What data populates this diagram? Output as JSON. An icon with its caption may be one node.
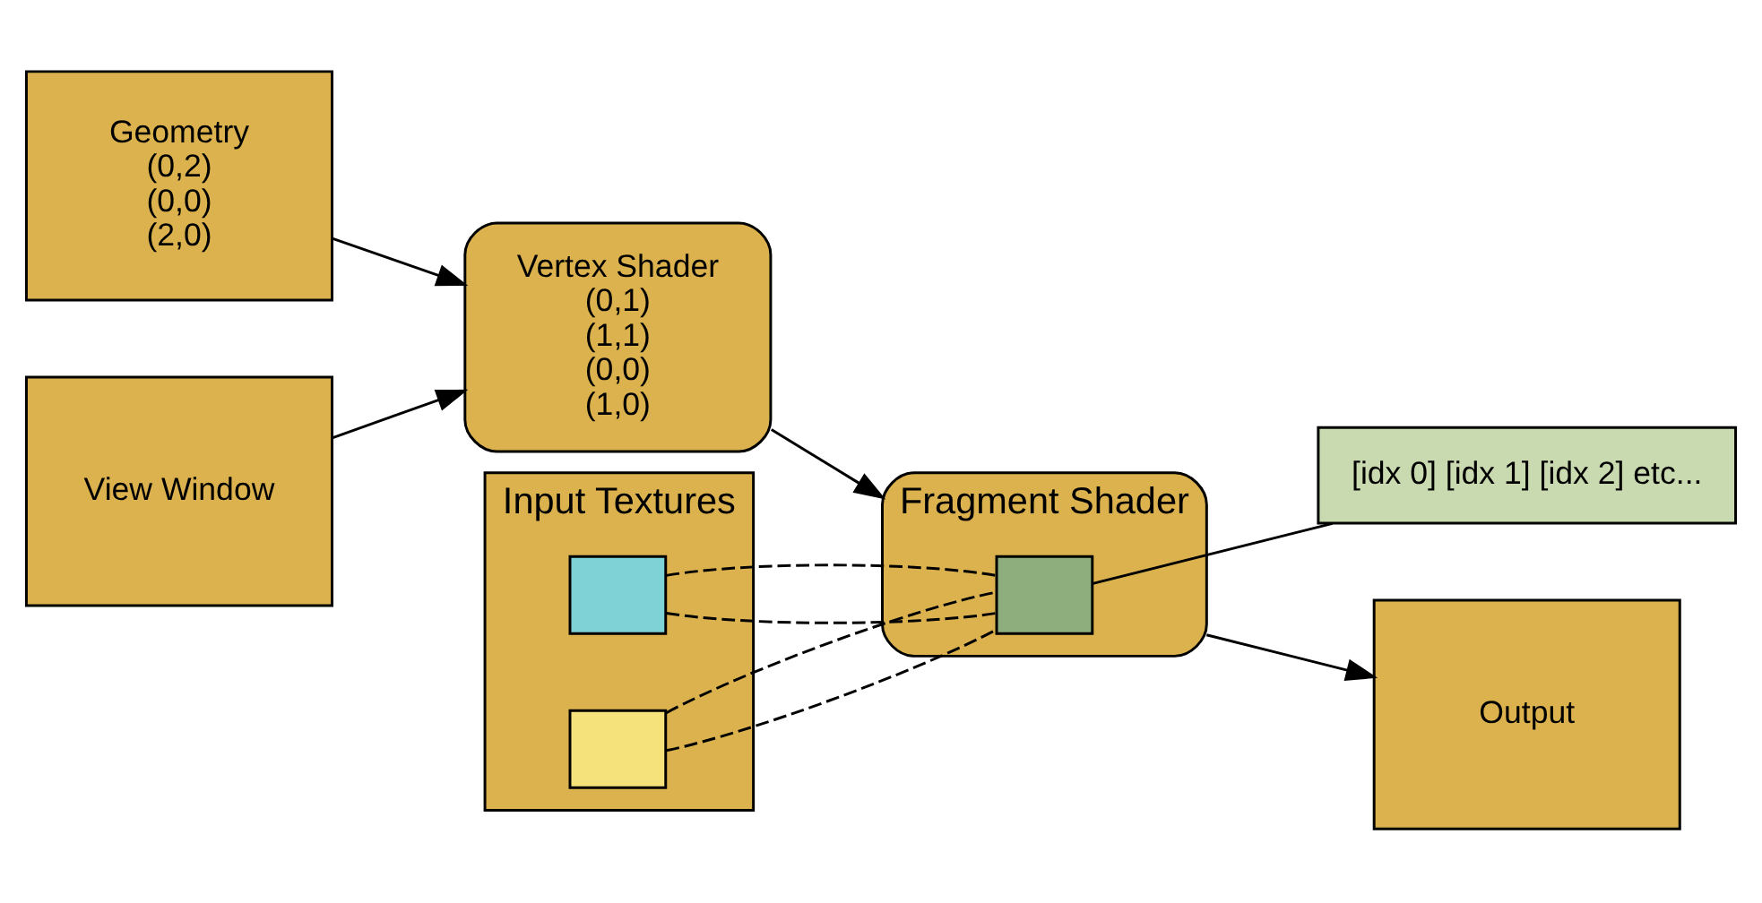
{
  "diagram": {
    "nodes": [
      {
        "text": [
          "Geometry",
          "(0,2)",
          "(0,0)",
          "(2,0)"
        ]
      },
      {
        "text": [
          "View Window"
        ]
      },
      {
        "text": [
          "Vertex Shader",
          "(0,1)",
          "(1,1)",
          "(0,0)",
          "(1,0)"
        ]
      },
      {
        "text": [
          "Input Textures"
        ]
      },
      {
        "text": [],
        "shape": "box",
        "in": 3
      },
      {
        "text": [],
        "shape": "box",
        "in": 3
      },
      {
        "text": [
          "Fragment Shader"
        ]
      },
      {
        "text": [],
        "shape": "box",
        "in": 6
      },
      {
        "text": [
          "[idx 0] [idx 1] [idx 2] etc..."
        ]
      },
      {
        "text": [
          "Output"
        ]
      }
    ],
    "edges": [
      {
        "from": 0,
        "to": 2,
        "arrow": "to"
      },
      {
        "from": 1,
        "to": 2,
        "arrow": "to"
      },
      {
        "from": 2,
        "to": 6,
        "arrow": "to"
      },
      {
        "from": 4,
        "to": 7,
        "arrow": "none",
        "style": "dashed"
      },
      {
        "from": 4,
        "to": 7,
        "arrow": "none",
        "style": "dashed"
      },
      {
        "from": 5,
        "to": 7,
        "arrow": "none",
        "style": "dashed"
      },
      {
        "from": 5,
        "to": 7,
        "arrow": "none",
        "style": "dashed"
      },
      {
        "from": 7,
        "to": 8,
        "arrow": "none"
      },
      {
        "from": 6,
        "to": 9,
        "arrow": "to"
      }
    ]
  }
}
